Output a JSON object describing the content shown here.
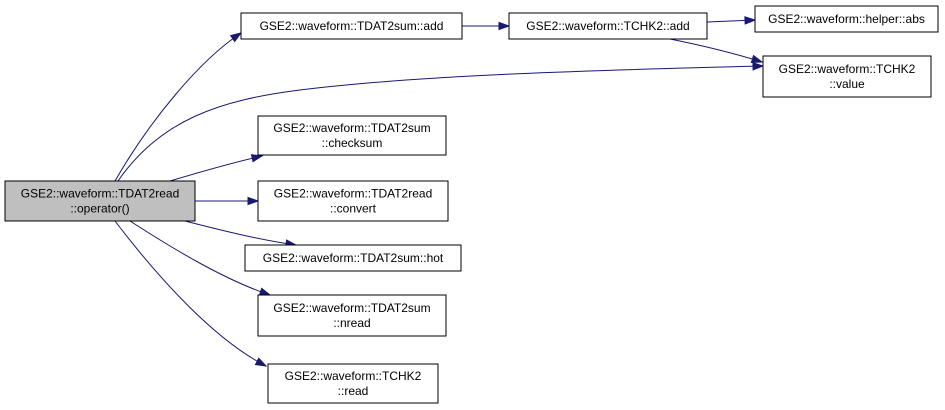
{
  "colors": {
    "node_fill": "#ffffff",
    "node_highlight_fill": "#bfbfbf",
    "edge": "#191970",
    "border": "#000000"
  },
  "nodes": [
    {
      "id": "tdat2read_operator",
      "lines": [
        "GSE2::waveform::TDAT2read",
        "::operator()"
      ],
      "highlight": true
    },
    {
      "id": "tdat2sum_add",
      "lines": [
        "GSE2::waveform::TDAT2sum::add"
      ],
      "highlight": false
    },
    {
      "id": "tchk2_add",
      "lines": [
        "GSE2::waveform::TCHK2::add"
      ],
      "highlight": false
    },
    {
      "id": "helper_abs",
      "lines": [
        "GSE2::waveform::helper::abs"
      ],
      "highlight": false
    },
    {
      "id": "tchk2_value",
      "lines": [
        "GSE2::waveform::TCHK2",
        "::value"
      ],
      "highlight": false
    },
    {
      "id": "tdat2sum_checksum",
      "lines": [
        "GSE2::waveform::TDAT2sum",
        "::checksum"
      ],
      "highlight": false
    },
    {
      "id": "tdat2read_convert",
      "lines": [
        "GSE2::waveform::TDAT2read",
        "::convert"
      ],
      "highlight": false
    },
    {
      "id": "tdat2sum_hot",
      "lines": [
        "GSE2::waveform::TDAT2sum::hot"
      ],
      "highlight": false
    },
    {
      "id": "tdat2sum_nread",
      "lines": [
        "GSE2::waveform::TDAT2sum",
        "::nread"
      ],
      "highlight": false
    },
    {
      "id": "tchk2_read",
      "lines": [
        "GSE2::waveform::TCHK2",
        "::read"
      ],
      "highlight": false
    }
  ],
  "edges": [
    {
      "from": "tdat2read_operator",
      "to": "tdat2sum_add"
    },
    {
      "from": "tdat2read_operator",
      "to": "tchk2_value"
    },
    {
      "from": "tdat2read_operator",
      "to": "tdat2sum_checksum"
    },
    {
      "from": "tdat2read_operator",
      "to": "tdat2read_convert"
    },
    {
      "from": "tdat2read_operator",
      "to": "tdat2sum_hot"
    },
    {
      "from": "tdat2read_operator",
      "to": "tdat2sum_nread"
    },
    {
      "from": "tdat2read_operator",
      "to": "tchk2_read"
    },
    {
      "from": "tdat2sum_add",
      "to": "tchk2_add"
    },
    {
      "from": "tchk2_add",
      "to": "helper_abs"
    },
    {
      "from": "tchk2_add",
      "to": "tchk2_value"
    }
  ]
}
